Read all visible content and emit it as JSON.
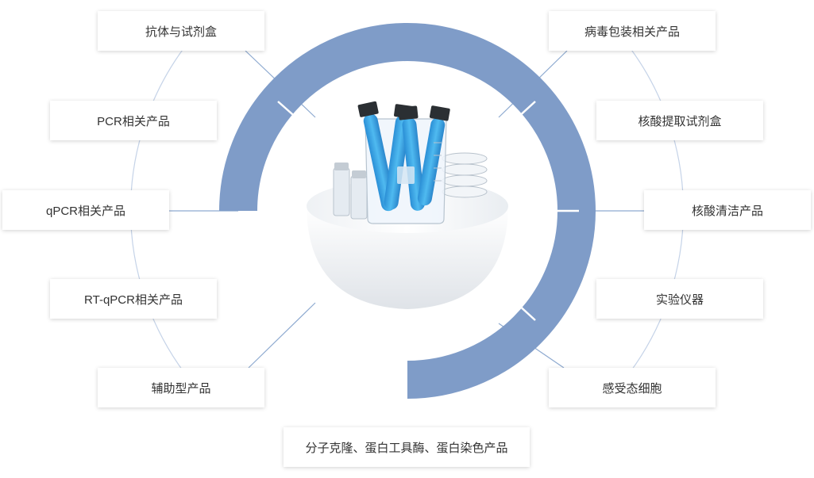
{
  "colors": {
    "accent_ring": "#7f9cc8",
    "thin_ring": "#c5d3e8",
    "connector": "#8eaad0",
    "box_text": "#333333",
    "liquid": "#35a3e6"
  },
  "illustration": {
    "icon": "lab-glassware-bowl-icon"
  },
  "categories": {
    "left": [
      "抗体与试剂盒",
      "PCR相关产品",
      "qPCR相关产品",
      "RT-qPCR相关产品",
      "辅助型产品"
    ],
    "right": [
      "病毒包装相关产品",
      "核酸提取试剂盒",
      "核酸清洁产品",
      "实验仪器",
      "感受态细胞"
    ],
    "bottom": "分子克隆、蛋白工具酶、蛋白染色产品"
  }
}
